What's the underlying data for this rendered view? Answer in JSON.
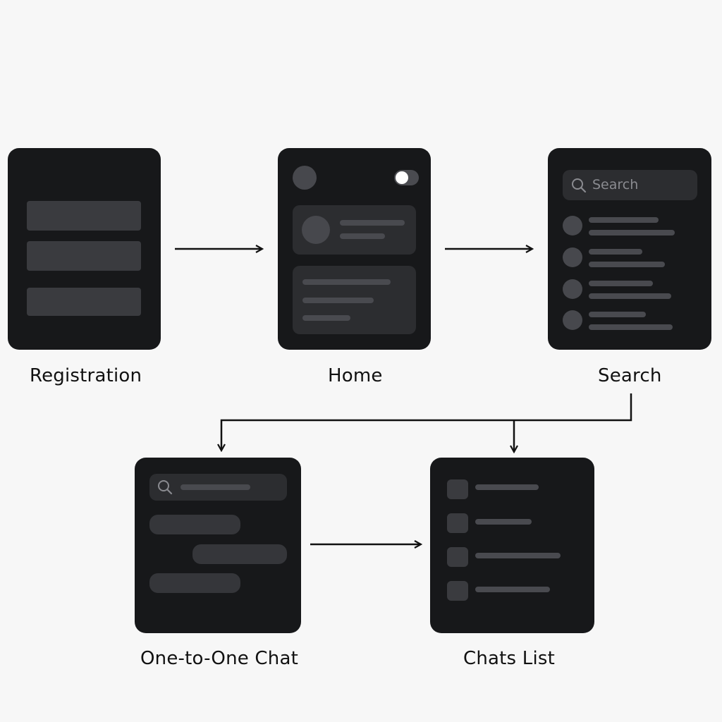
{
  "screens": {
    "registration": {
      "label": "Registration"
    },
    "home": {
      "label": "Home"
    },
    "search": {
      "label": "Search",
      "search_placeholder": "Search"
    },
    "chat": {
      "label": "One-to-One Chat"
    },
    "chats_list": {
      "label": "Chats List"
    }
  },
  "icons": {
    "search": "search-icon",
    "toggle": "toggle-switch-icon",
    "arrow": "arrow-right-icon"
  },
  "colors": {
    "background": "#f7f7f7",
    "frame": "#17181a",
    "placeholder": "#3a3b3f",
    "text": "#111111"
  }
}
